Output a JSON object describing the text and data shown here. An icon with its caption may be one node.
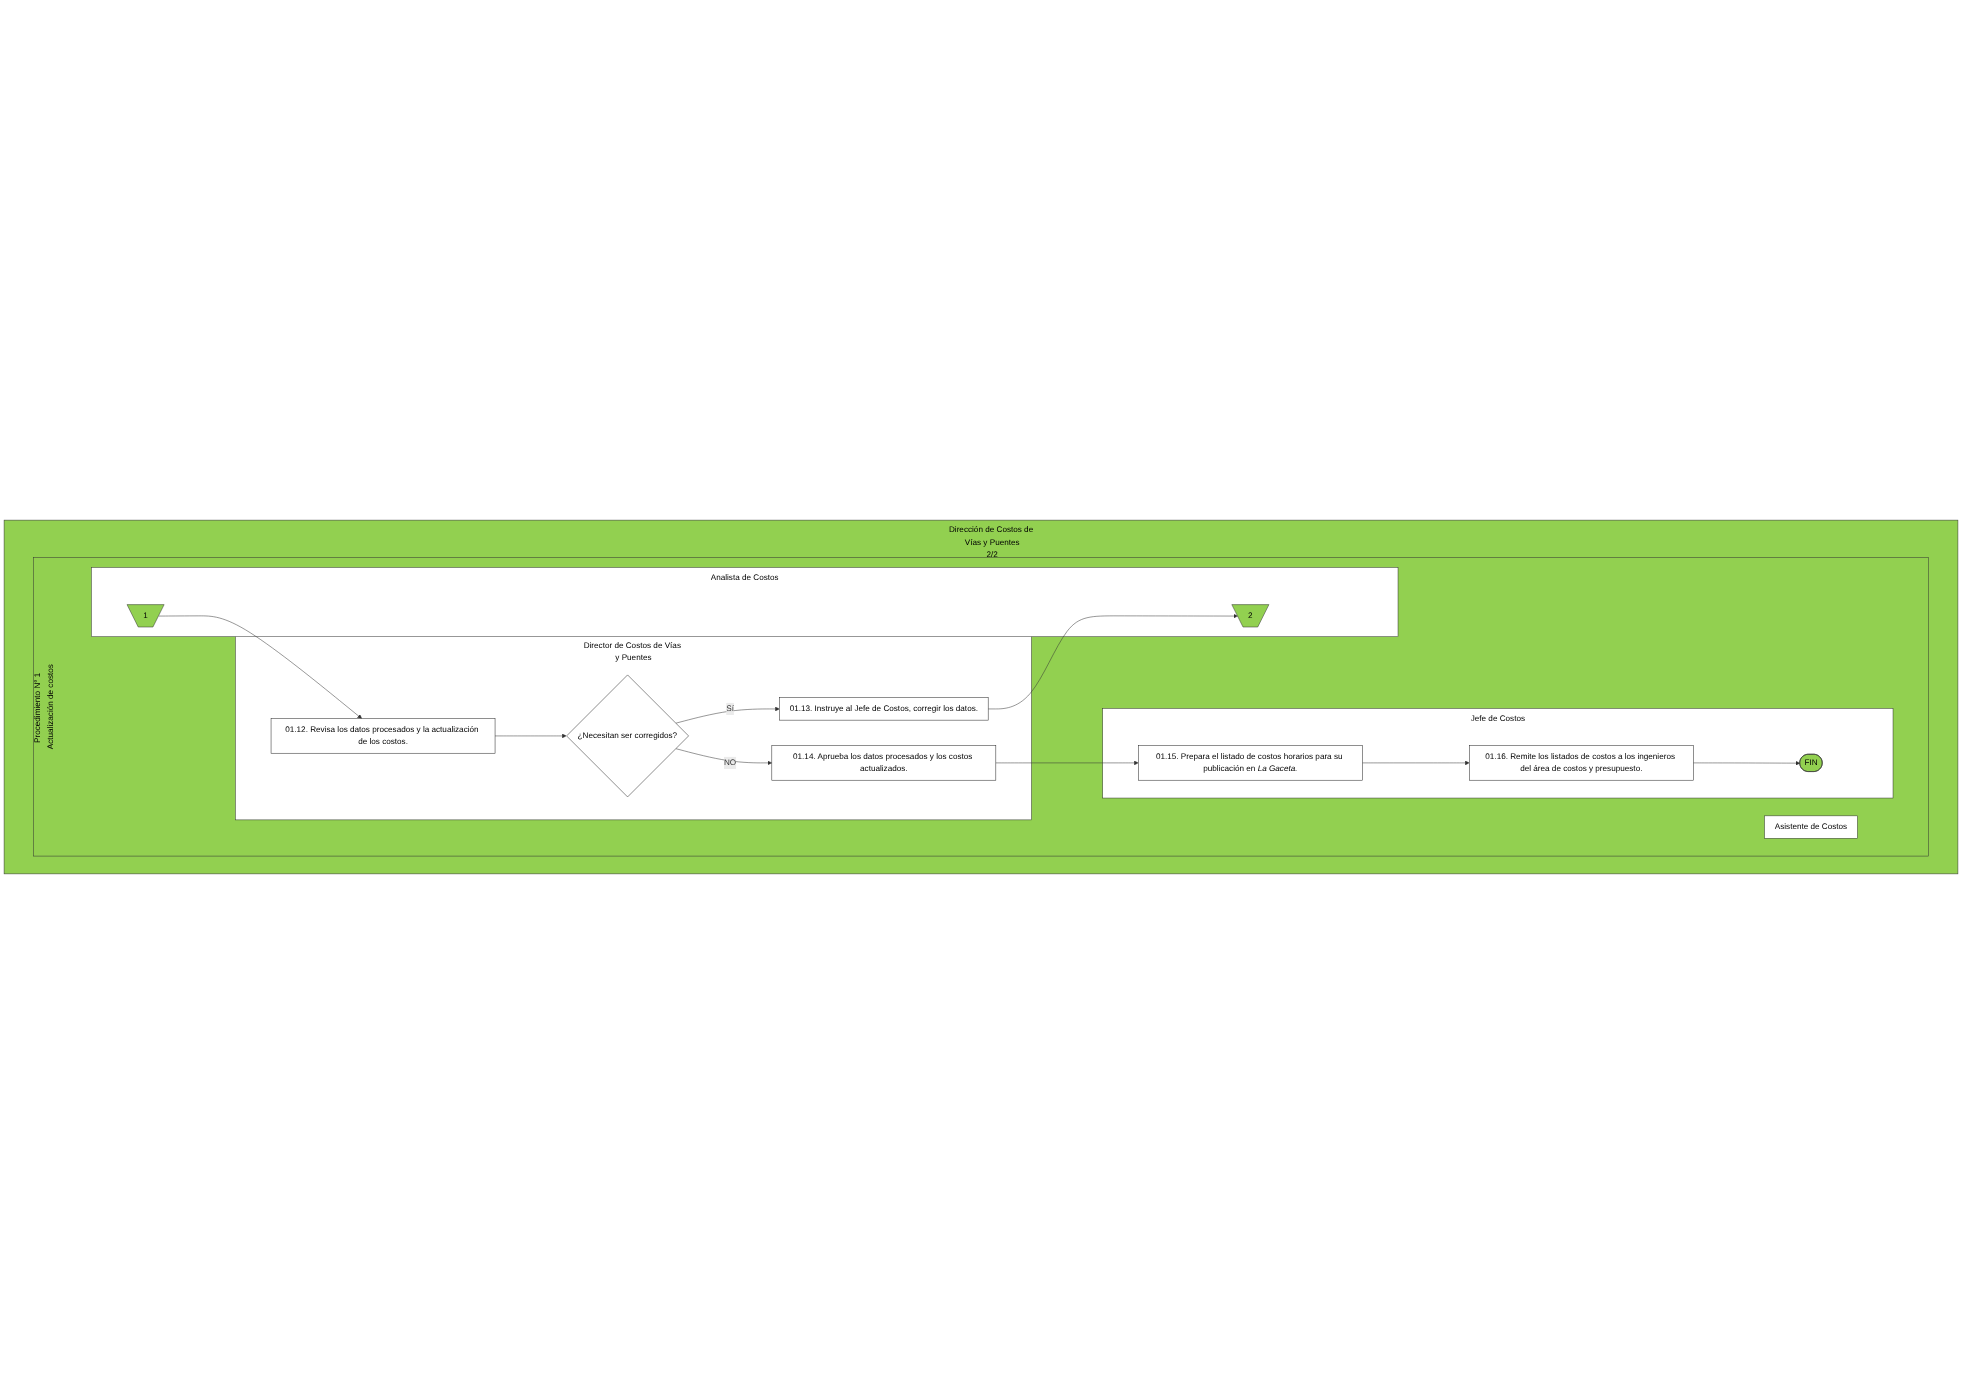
{
  "diagram": {
    "nodes": [
      {
        "text": [
          "Dirección de Costos de Vías y Puentes",
          "2/2"
        ]
      },
      {
        "text": [
          "Procedimiento N° 1 Actualización de costos"
        ],
        "in": 0
      },
      {
        "text": [
          "Jefe de Costos"
        ],
        "in": 1
      },
      {
        "text": [
          "Asistente de Costos"
        ],
        "in": 1
      },
      {
        "text": [
          "Analista de Costos"
        ],
        "in": 1
      },
      {
        "text": [
          "Director de Costos de Vías y Puentes"
        ],
        "in": 1
      },
      {
        "text": [
          "1"
        ],
        "in": 4
      },
      {
        "text": [
          "01.12. Revisa los datos procesados y la actualización de los costos."
        ],
        "in": 5
      },
      {
        "text": [
          "¿Necesitan ser corregidos?"
        ],
        "in": 5
      },
      {
        "text": [
          "01.13. Instruye al Jefe de Costos, corregir los datos."
        ],
        "in": 5
      },
      {
        "text": [
          "2"
        ],
        "in": 4
      },
      {
        "text": [
          "01.14. Aprueba los datos procesados y los costos actualizados."
        ],
        "in": 5
      },
      {
        "text": [
          "01.15. Prepara el listado de costos horarios para su publicación en *La Gaceta.*"
        ],
        "in": 2
      },
      {
        "text": [
          "01.16. Remite los listados de costos a los ingenieros del área de costos y presupuesto."
        ],
        "in": 2
      },
      {
        "text": [
          "FIN"
        ],
        "in": 2
      }
    ],
    "edges": [
      {
        "from": 6,
        "to": 7,
        "arrow": "to"
      },
      {
        "from": 7,
        "to": 8,
        "arrow": "to"
      },
      {
        "from": 8,
        "to": 9,
        "arrow": "to",
        "label": "Sí"
      },
      {
        "from": 9,
        "to": 10,
        "arrow": "to"
      },
      {
        "from": 8,
        "to": 11,
        "arrow": "to",
        "label": "NO"
      },
      {
        "from": 11,
        "to": 12,
        "arrow": "to"
      },
      {
        "from": 12,
        "to": 13,
        "arrow": "to"
      },
      {
        "from": 13,
        "to": 14,
        "arrow": "to"
      }
    ]
  }
}
